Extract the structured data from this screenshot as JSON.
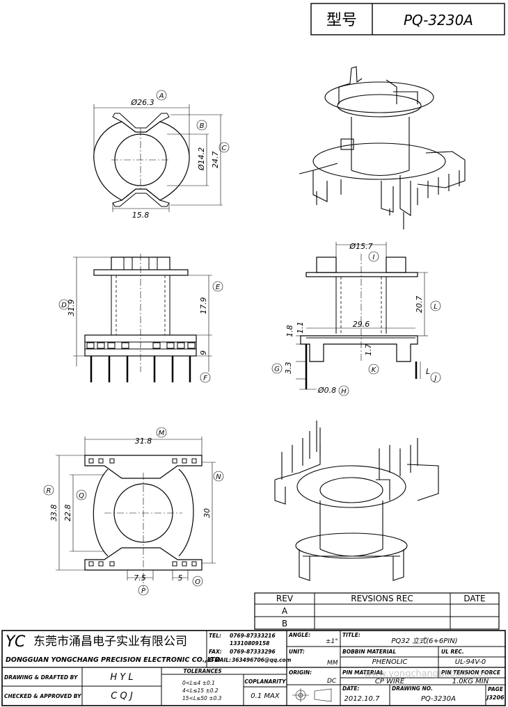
{
  "header": {
    "type_label": "型号",
    "model": "PQ-3230A"
  },
  "top_view": {
    "dims": {
      "a": "Ø26.3",
      "b": "Ø14.2",
      "c": "24.7",
      "d": "15.8"
    },
    "callouts": [
      "A",
      "B",
      "C"
    ]
  },
  "front_view": {
    "dims": {
      "height": "31.9",
      "winding": "17.9",
      "pin": "9"
    },
    "callouts": [
      "D",
      "E",
      "F"
    ]
  },
  "side_view": {
    "dims": {
      "bore": "Ø15.7",
      "height": "20.7",
      "width": "29.6",
      "d18": "1.8",
      "d11": "1.1",
      "d17": "1.7",
      "d33": "3.3",
      "pin": "Ø0.8"
    },
    "callouts": [
      "I",
      "L",
      "K",
      "G",
      "H",
      "J"
    ]
  },
  "bottom_view": {
    "dims": {
      "width": "31.8",
      "height": "33.8",
      "inner": "22.8",
      "base": "30",
      "pitch1": "7.5",
      "pitch2": "5"
    },
    "callouts": [
      "M",
      "N",
      "R",
      "Q",
      "P",
      "O"
    ]
  },
  "revision": {
    "rev": "REV",
    "rec": "REVSIONS REC",
    "date": "DATE",
    "rows": [
      "A",
      "B"
    ]
  },
  "title_block": {
    "logo": "YC",
    "company_cn": "东莞市涌昌电子实业有限公司",
    "company_en": "DONGGUAN YONGCHANG PRECISION ELECTRONIC CO.,LTD",
    "tel_label": "TEL:",
    "tel1": "0769-87333216",
    "tel2": "13310809158",
    "fax_label": "FAX:",
    "fax": "0769-87333296",
    "email_label": "E-MAIL:",
    "email": "363496706@qq.com",
    "angle_label": "ANGLE:",
    "angle_val": "±1°",
    "title_label": "TITLE:",
    "title_val": "PQ32 立式(6+6PIN)",
    "unit_label": "UNIT:",
    "unit_val": "MM",
    "bobbin_label": "BOBBIN MATERIAL",
    "bobbin_val": "PHENOLIC",
    "ul_label": "UL REC.",
    "ul_val": "UL-94V-0",
    "origin_label": "ORIGIN:",
    "origin_val": "DC",
    "pin_mat_label": "PIN MATERIAL",
    "pin_mat_val": "CP WIRE",
    "pin_tension_label": "PIN TENSION FORCE",
    "pin_tension_val": "1.0KG MIN",
    "drawn_label": "DRAWING & DRAFTED BY",
    "drawn_val": "H Y L",
    "checked_label": "CHECKED & APPROVED BY",
    "checked_val": "C Q J",
    "tol_label": "TOLERANCES",
    "tol1": "0<L≤4    ±0.1",
    "tol2": "4<L≤15  ±0.2",
    "tol3": "15<L≤50  ±0.3",
    "coplan_label": "COPLANARITY",
    "coplan_val": "0.1 MAX",
    "date_label": "DATE:",
    "date_val": "2012.10.7",
    "drawing_no_label": "DRAWING NO.",
    "drawing_no_val": "PQ-3230A",
    "page_label": "PAGE",
    "page_val": "J3206"
  },
  "watermark": "www.yongchangbobbin.com"
}
